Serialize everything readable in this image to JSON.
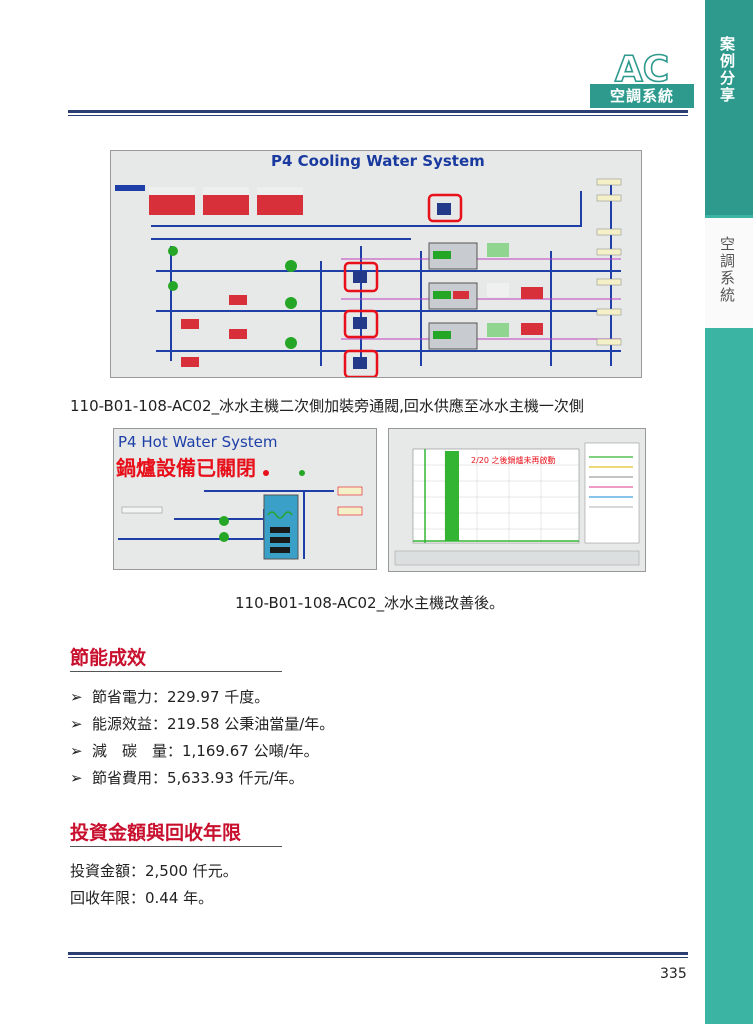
{
  "header": {
    "logo_text": "AC",
    "section_label": "空調系統"
  },
  "side_tab": {
    "top_label": "案例分享",
    "sub_label": "空調系統"
  },
  "figure1": {
    "title": "P4 Cooling Water System",
    "caption": "110-B01-108-AC02_冰水主機二次側加裝旁通閥,回水供應至冰水主機一次側"
  },
  "figure2": {
    "title": "P4 Hot Water System",
    "status": "鍋爐設備已關閉",
    "trend_note": "2/20 之後鍋爐未再啟動",
    "caption": "110-B01-108-AC02_冰水主機改善後。"
  },
  "section1": {
    "title": "節能成效",
    "items": [
      "節省電力：229.97 千度。",
      "能源效益：219.58 公秉油當量/年。",
      "減　碳　量：1,169.67 公噸/年。",
      "節省費用：5,633.93 仟元/年。"
    ]
  },
  "section2": {
    "title": "投資金額與回收年限",
    "lines": [
      "投資金額：2,500 仟元。",
      "回收年限：0.44 年。"
    ]
  },
  "footer": {
    "page_number": "335"
  },
  "colors": {
    "accent_red": "#c8102e",
    "teal": "#3cb4a4",
    "navy": "#2b3f73"
  }
}
